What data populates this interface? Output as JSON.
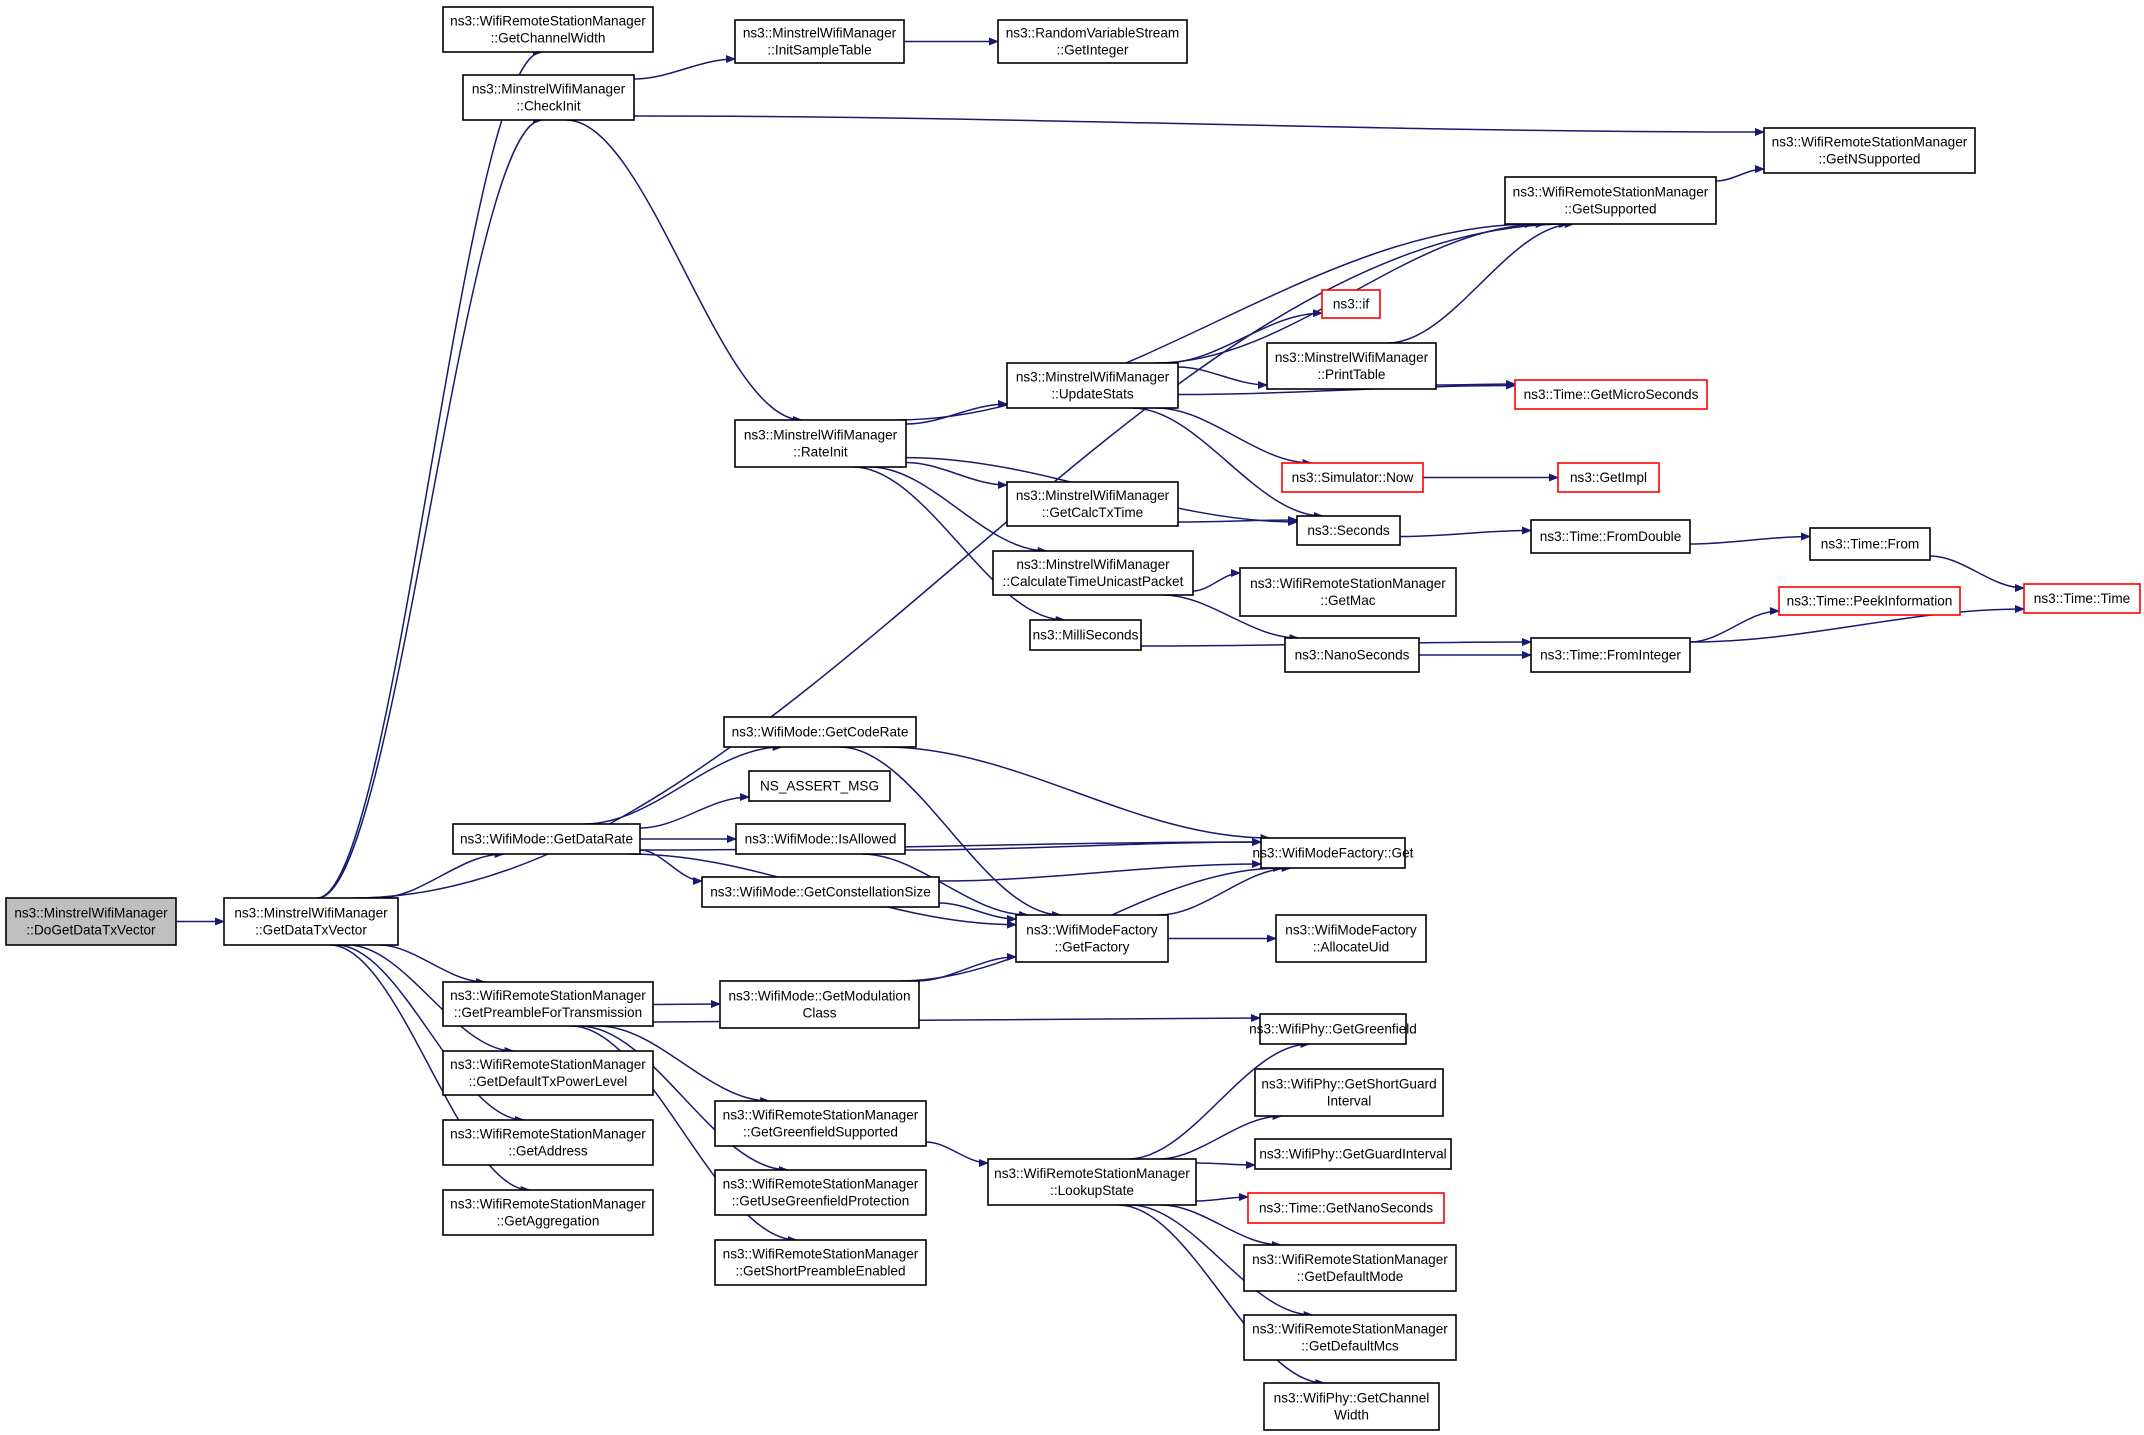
{
  "colors": {
    "edge": "#191970",
    "root_fill": "#bfbfbf",
    "node_fill": "#ffffff",
    "node_stroke": "#000000",
    "truncated_stroke": "#ff0000"
  },
  "nodes": [
    {
      "id": "n0",
      "lines": [
        "ns3::MinstrelWifiManager",
        "::DoGetDataTxVector"
      ],
      "root": true
    },
    {
      "id": "n1",
      "lines": [
        "ns3::MinstrelWifiManager",
        "::GetDataTxVector"
      ]
    },
    {
      "id": "n2",
      "lines": [
        "ns3::WifiRemoteStationManager",
        "::GetChannelWidth"
      ]
    },
    {
      "id": "n3",
      "lines": [
        "ns3::MinstrelWifiManager",
        "::CheckInit"
      ]
    },
    {
      "id": "n4",
      "lines": [
        "ns3::MinstrelWifiManager",
        "::InitSampleTable"
      ]
    },
    {
      "id": "n5",
      "lines": [
        "ns3::RandomVariableStream",
        "::GetInteger"
      ]
    },
    {
      "id": "n6",
      "lines": [
        "ns3::WifiRemoteStationManager",
        "::GetNSupported"
      ]
    },
    {
      "id": "n7",
      "lines": [
        "ns3::WifiRemoteStationManager",
        "::GetSupported"
      ]
    },
    {
      "id": "n8",
      "lines": [
        "ns3::MinstrelWifiManager",
        "::RateInit"
      ]
    },
    {
      "id": "n9",
      "lines": [
        "ns3::MinstrelWifiManager",
        "::UpdateStats"
      ]
    },
    {
      "id": "n10",
      "lines": [
        "ns3::if"
      ],
      "truncated": true
    },
    {
      "id": "n11",
      "lines": [
        "ns3::MinstrelWifiManager",
        "::PrintTable"
      ]
    },
    {
      "id": "n12",
      "lines": [
        "ns3::Time::GetMicroSeconds"
      ],
      "truncated": true
    },
    {
      "id": "n13",
      "lines": [
        "ns3::Simulator::Now"
      ],
      "truncated": true
    },
    {
      "id": "n14",
      "lines": [
        "ns3::GetImpl"
      ],
      "truncated": true
    },
    {
      "id": "n15",
      "lines": [
        "ns3::MinstrelWifiManager",
        "::GetCalcTxTime"
      ]
    },
    {
      "id": "n16",
      "lines": [
        "ns3::Seconds"
      ]
    },
    {
      "id": "n17",
      "lines": [
        "ns3::Time::FromDouble"
      ]
    },
    {
      "id": "n18",
      "lines": [
        "ns3::Time::From"
      ]
    },
    {
      "id": "n19",
      "lines": [
        "ns3::Time::Time"
      ],
      "truncated": true
    },
    {
      "id": "n20",
      "lines": [
        "ns3::MinstrelWifiManager",
        "::CalculateTimeUnicastPacket"
      ]
    },
    {
      "id": "n21",
      "lines": [
        "ns3::WifiRemoteStationManager",
        "::GetMac"
      ]
    },
    {
      "id": "n22",
      "lines": [
        "ns3::MilliSeconds"
      ]
    },
    {
      "id": "n23",
      "lines": [
        "ns3::NanoSeconds"
      ]
    },
    {
      "id": "n24",
      "lines": [
        "ns3::Time::FromInteger"
      ]
    },
    {
      "id": "n25",
      "lines": [
        "ns3::Time::PeekInformation"
      ],
      "truncated": true
    },
    {
      "id": "n26",
      "lines": [
        "ns3::WifiMode::GetDataRate"
      ]
    },
    {
      "id": "n27",
      "lines": [
        "ns3::WifiMode::GetCodeRate"
      ]
    },
    {
      "id": "n28",
      "lines": [
        "NS_ASSERT_MSG"
      ]
    },
    {
      "id": "n29",
      "lines": [
        "ns3::WifiMode::IsAllowed"
      ]
    },
    {
      "id": "n30",
      "lines": [
        "ns3::WifiMode::GetConstellationSize"
      ]
    },
    {
      "id": "n31",
      "lines": [
        "ns3::WifiModeFactory::Get"
      ]
    },
    {
      "id": "n32",
      "lines": [
        "ns3::WifiModeFactory",
        "::GetFactory"
      ]
    },
    {
      "id": "n33",
      "lines": [
        "ns3::WifiModeFactory",
        "::AllocateUid"
      ]
    },
    {
      "id": "n34",
      "lines": [
        "ns3::WifiRemoteStationManager",
        "::GetPreambleForTransmission"
      ]
    },
    {
      "id": "n35",
      "lines": [
        "ns3::WifiMode::GetModulation",
        "Class"
      ]
    },
    {
      "id": "n36",
      "lines": [
        "ns3::WifiPhy::GetGreenfield"
      ]
    },
    {
      "id": "n37",
      "lines": [
        "ns3::WifiRemoteStationManager",
        "::GetDefaultTxPowerLevel"
      ]
    },
    {
      "id": "n38",
      "lines": [
        "ns3::WifiRemoteStationManager",
        "::GetGreenfieldSupported"
      ]
    },
    {
      "id": "n39",
      "lines": [
        "ns3::WifiPhy::GetShortGuard",
        "Interval"
      ]
    },
    {
      "id": "n40",
      "lines": [
        "ns3::WifiRemoteStationManager",
        "::GetAddress"
      ]
    },
    {
      "id": "n41",
      "lines": [
        "ns3::WifiRemoteStationManager",
        "::LookupState"
      ]
    },
    {
      "id": "n42",
      "lines": [
        "ns3::WifiPhy::GetGuardInterval"
      ]
    },
    {
      "id": "n43",
      "lines": [
        "ns3::WifiRemoteStationManager",
        "::GetUseGreenfieldProtection"
      ]
    },
    {
      "id": "n44",
      "lines": [
        "ns3::Time::GetNanoSeconds"
      ],
      "truncated": true
    },
    {
      "id": "n45",
      "lines": [
        "ns3::WifiRemoteStationManager",
        "::GetAggregation"
      ]
    },
    {
      "id": "n46",
      "lines": [
        "ns3::WifiRemoteStationManager",
        "::GetShortPreambleEnabled"
      ]
    },
    {
      "id": "n47",
      "lines": [
        "ns3::WifiRemoteStationManager",
        "::GetDefaultMode"
      ]
    },
    {
      "id": "n48",
      "lines": [
        "ns3::WifiRemoteStationManager",
        "::GetDefaultMcs"
      ]
    },
    {
      "id": "n49",
      "lines": [
        "ns3::WifiPhy::GetChannel",
        "Width"
      ]
    }
  ],
  "edges": [
    [
      "n0",
      "n1"
    ],
    [
      "n1",
      "n2"
    ],
    [
      "n1",
      "n3"
    ],
    [
      "n1",
      "n7"
    ],
    [
      "n1",
      "n26"
    ],
    [
      "n1",
      "n34"
    ],
    [
      "n1",
      "n37"
    ],
    [
      "n1",
      "n40"
    ],
    [
      "n1",
      "n45"
    ],
    [
      "n3",
      "n4"
    ],
    [
      "n3",
      "n6"
    ],
    [
      "n3",
      "n8"
    ],
    [
      "n4",
      "n5"
    ],
    [
      "n7",
      "n6"
    ],
    [
      "n8",
      "n7"
    ],
    [
      "n8",
      "n9"
    ],
    [
      "n8",
      "n15"
    ],
    [
      "n8",
      "n16"
    ],
    [
      "n8",
      "n20"
    ],
    [
      "n8",
      "n22"
    ],
    [
      "n9",
      "n7"
    ],
    [
      "n9",
      "n10"
    ],
    [
      "n9",
      "n11"
    ],
    [
      "n9",
      "n12"
    ],
    [
      "n9",
      "n13"
    ],
    [
      "n9",
      "n16"
    ],
    [
      "n11",
      "n7"
    ],
    [
      "n11",
      "n12"
    ],
    [
      "n13",
      "n14"
    ],
    [
      "n15",
      "n16"
    ],
    [
      "n16",
      "n17"
    ],
    [
      "n17",
      "n18"
    ],
    [
      "n18",
      "n19"
    ],
    [
      "n20",
      "n21"
    ],
    [
      "n20",
      "n23"
    ],
    [
      "n22",
      "n24"
    ],
    [
      "n23",
      "n24"
    ],
    [
      "n24",
      "n25"
    ],
    [
      "n24",
      "n19"
    ],
    [
      "n26",
      "n27"
    ],
    [
      "n26",
      "n28"
    ],
    [
      "n26",
      "n29"
    ],
    [
      "n26",
      "n30"
    ],
    [
      "n26",
      "n31"
    ],
    [
      "n26",
      "n32"
    ],
    [
      "n27",
      "n31"
    ],
    [
      "n27",
      "n32"
    ],
    [
      "n29",
      "n31"
    ],
    [
      "n29",
      "n32"
    ],
    [
      "n30",
      "n31"
    ],
    [
      "n30",
      "n32"
    ],
    [
      "n32",
      "n31"
    ],
    [
      "n32",
      "n33"
    ],
    [
      "n34",
      "n35"
    ],
    [
      "n34",
      "n36"
    ],
    [
      "n34",
      "n38"
    ],
    [
      "n34",
      "n43"
    ],
    [
      "n34",
      "n46"
    ],
    [
      "n35",
      "n32"
    ],
    [
      "n35",
      "n31"
    ],
    [
      "n38",
      "n41"
    ],
    [
      "n41",
      "n36"
    ],
    [
      "n41",
      "n39"
    ],
    [
      "n41",
      "n42"
    ],
    [
      "n41",
      "n44"
    ],
    [
      "n41",
      "n47"
    ],
    [
      "n41",
      "n48"
    ],
    [
      "n41",
      "n49"
    ]
  ]
}
